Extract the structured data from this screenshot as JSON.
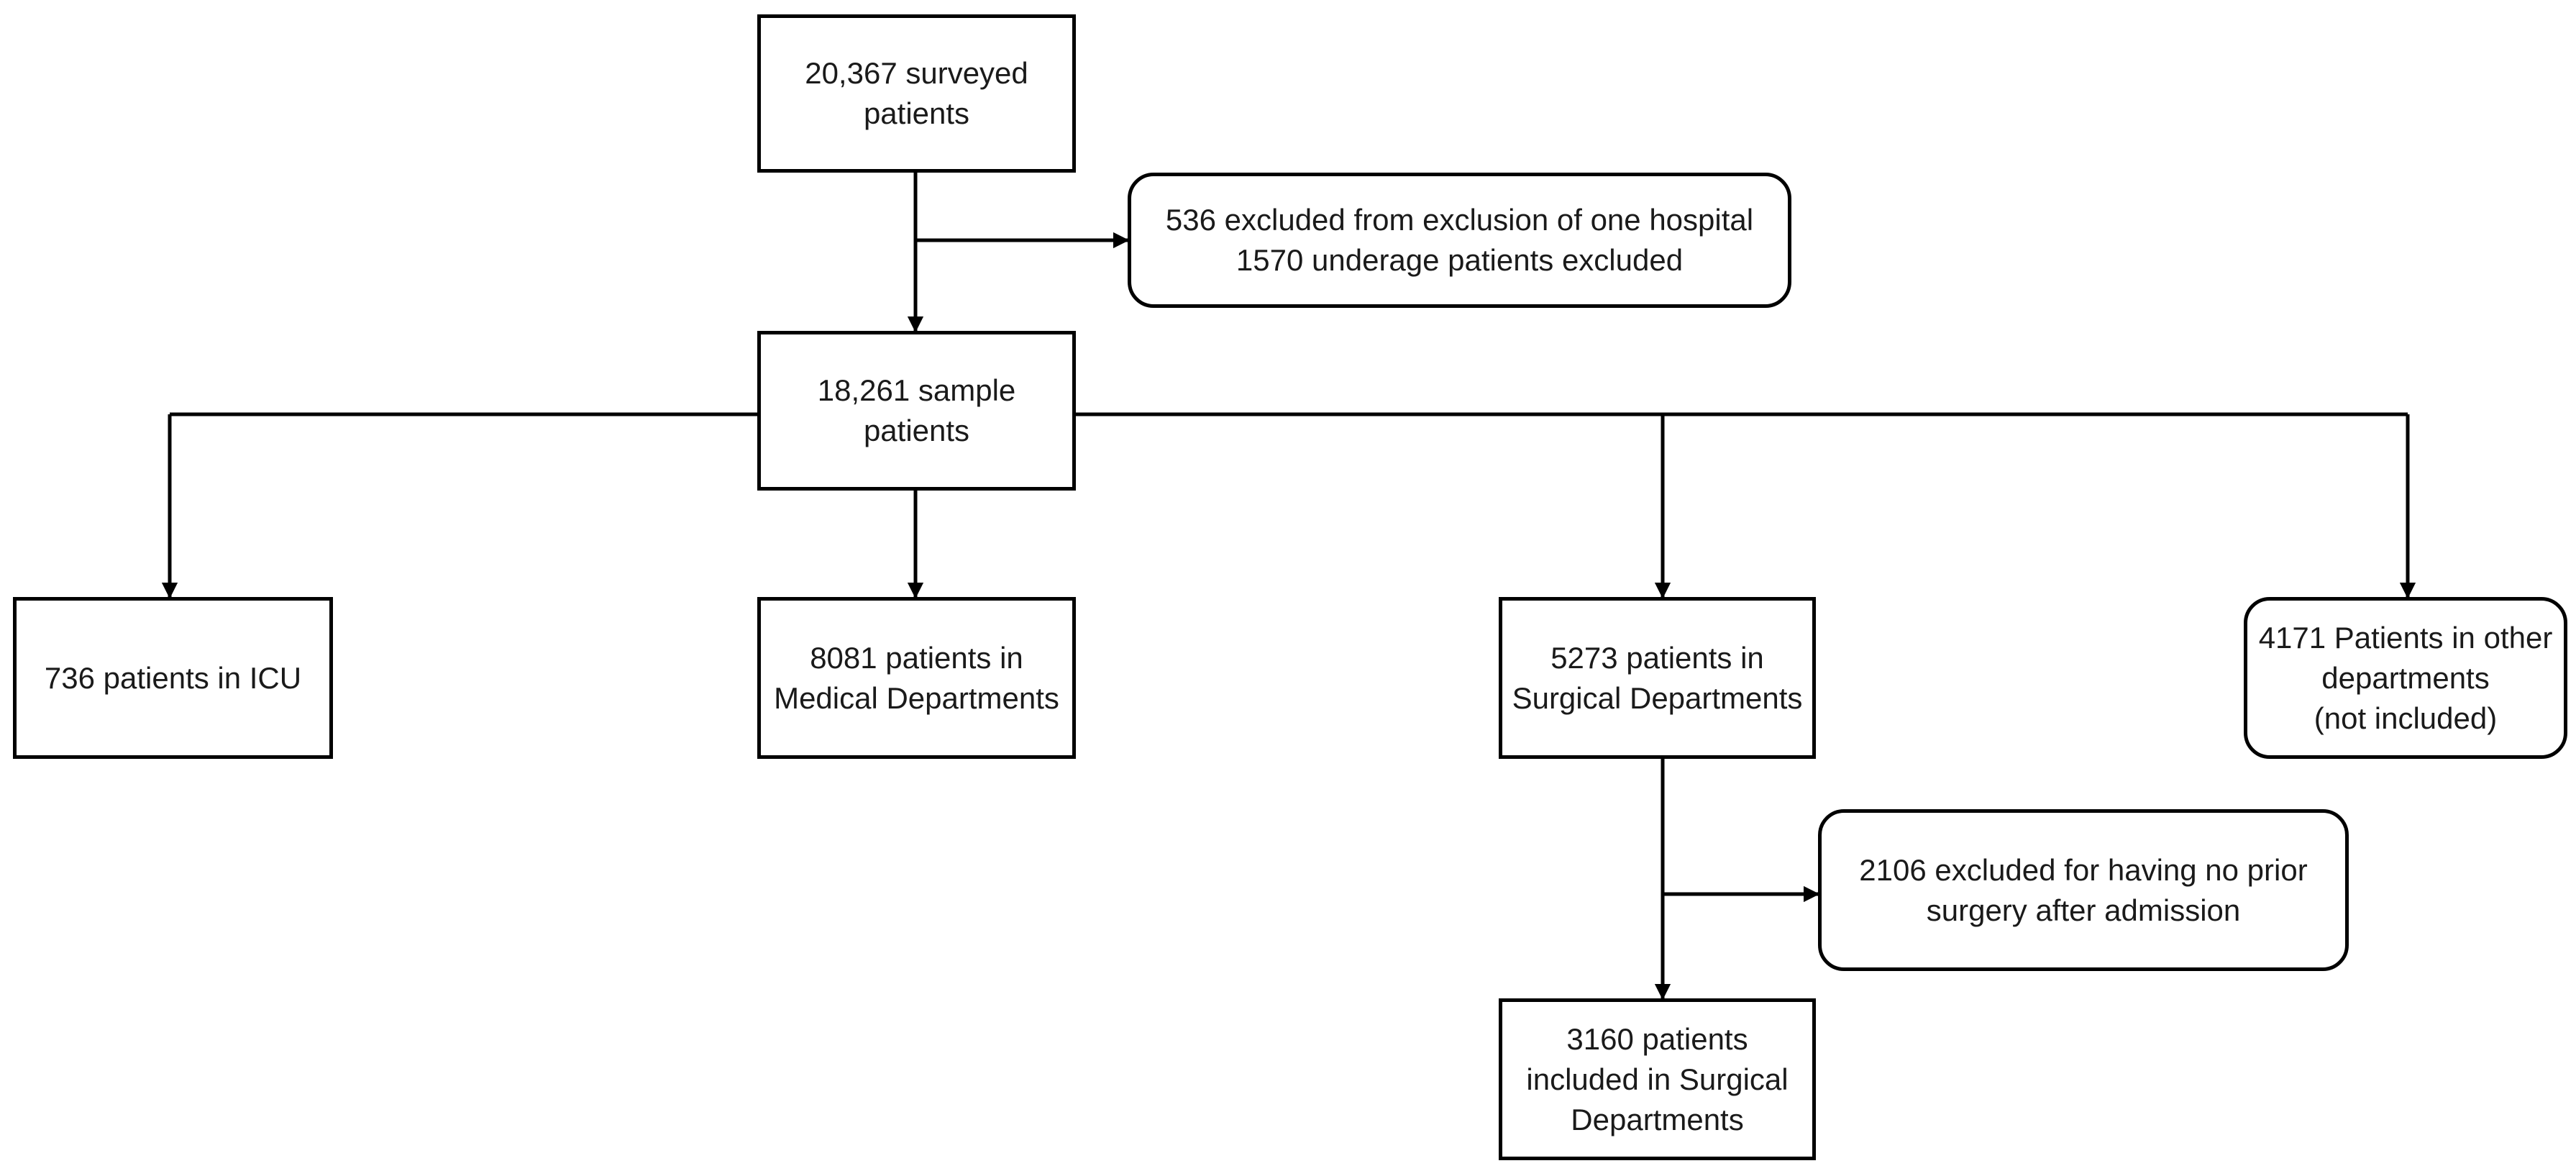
{
  "diagram": {
    "nodes": [
      {
        "id": "surveyed",
        "text": "20,367 surveyed\npatients"
      },
      {
        "id": "excluded1",
        "text": "536 excluded from exclusion of one hospital\n1570 underage patients excluded"
      },
      {
        "id": "sample",
        "text": "18,261 sample\npatients"
      },
      {
        "id": "icu",
        "text": "736 patients in ICU"
      },
      {
        "id": "medical",
        "text": "8081 patients in\nMedical Departments"
      },
      {
        "id": "surgical",
        "text": "5273 patients in\nSurgical Departments"
      },
      {
        "id": "other",
        "text": "4171 Patients in other\ndepartments\n(not included)"
      },
      {
        "id": "excluded2",
        "text": "2106 excluded for having no prior\nsurgery after admission"
      },
      {
        "id": "included",
        "text": "3160 patients\nincluded in Surgical\nDepartments"
      }
    ],
    "edges": [
      {
        "from": "surveyed",
        "to": "sample"
      },
      {
        "from": "surveyed",
        "to": "excluded1"
      },
      {
        "from": "sample",
        "to": "icu"
      },
      {
        "from": "sample",
        "to": "medical"
      },
      {
        "from": "sample",
        "to": "surgical"
      },
      {
        "from": "sample",
        "to": "other"
      },
      {
        "from": "surgical",
        "to": "included"
      },
      {
        "from": "surgical",
        "to": "excluded2"
      }
    ]
  }
}
